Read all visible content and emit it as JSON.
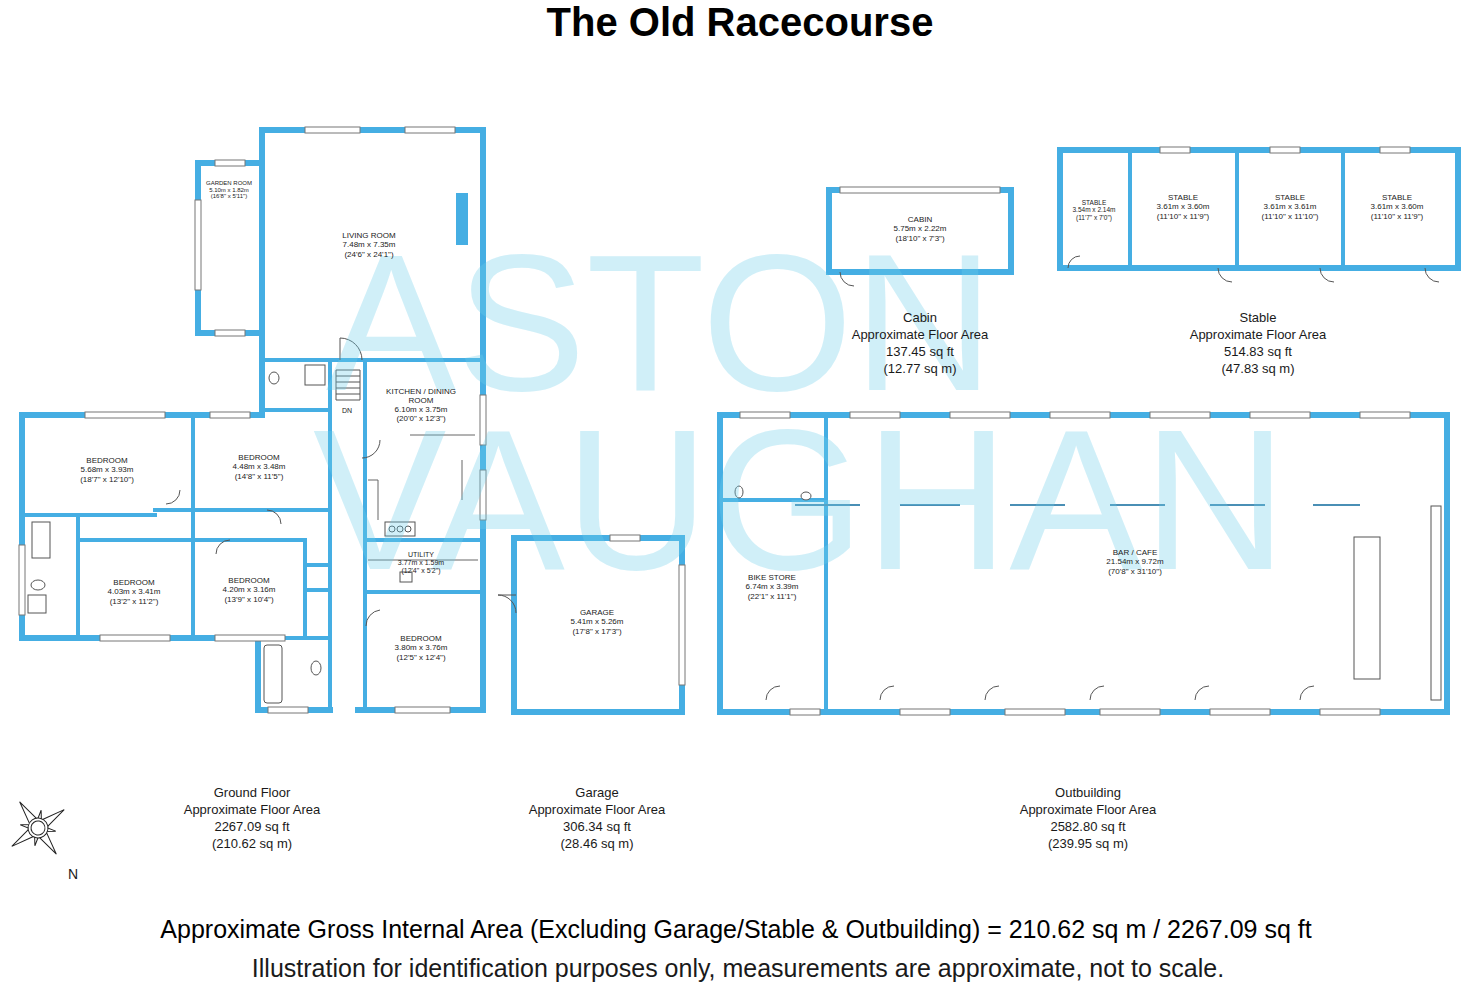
{
  "diagram": {
    "title": "The Old Racecourse",
    "caption": "Approximate Gross Internal Area (Excluding Garage/Stable & Outbuilding) = 210.62 sq m / 2267.09 sq ft",
    "nodes": [
      {
        "text": [
          "GARDEN ROOM",
          "5.10m x 1.82m",
          "(16'8\" x 5'11\")"
        ]
      },
      {
        "text": [
          "LIVING ROOM",
          "7.48m x 7.35m",
          "(24'6\" x 24'1\")"
        ]
      },
      {
        "text": [
          "CABIN",
          "5.75m x 2.22m",
          "(18'10\" x 7'3\")"
        ]
      },
      {
        "text": [
          "STABLE",
          "3.54m x 2.14m",
          "(11'7\" x 7'0\")"
        ]
      },
      {
        "text": [
          "STABLE",
          "3.61m x 3.60m",
          "(11'10\" x 11'9\")"
        ]
      },
      {
        "text": [
          "STABLE",
          "3.61m x 3.61m",
          "(11'10\" x 11'10\")"
        ]
      },
      {
        "text": [
          "STABLE",
          "3.61m x 3.60m",
          "(11'10\" x 11'9\")"
        ]
      },
      {
        "text": [
          "KITCHEN / DINING ROOM",
          "6.10m x 3.75m",
          "(20'0\" x 12'3\")"
        ]
      },
      {
        "text": [
          "BEDROOM",
          "5.68m x 3.93m",
          "(18'7\" x 12'10\")"
        ]
      },
      {
        "text": [
          "BEDROOM",
          "4.48m x 3.48m",
          "(14'8\" x 11'5\")"
        ]
      },
      {
        "text": [
          "UTILITY",
          "3.77m x 1.59m",
          "(12'4\" x 5'2\")"
        ]
      },
      {
        "text": [
          "BIKE STORE",
          "6.74m x 3.39m",
          "(22'1\" x 11'1\")"
        ]
      },
      {
        "text": [
          "BAR / CAFE",
          "21.54m x 9.72m",
          "(70'8\" x 31'10\")"
        ]
      },
      {
        "text": [
          "BEDROOM",
          "4.03m x 3.41m",
          "(13'2\" x 11'2\")"
        ]
      },
      {
        "text": [
          "BEDROOM",
          "4.20m x 3.16m",
          "(13'9\" x 10'4\")"
        ]
      },
      {
        "text": [
          "GARAGE",
          "5.41m x 5.26m",
          "(17'8\" x 17'3\")"
        ]
      },
      {
        "text": [
          "BEDROOM",
          "3.80m x 3.76m",
          "(12'5\" x 12'4\")"
        ]
      }
    ],
    "labels": [
      "DN",
      "Cabin",
      "Approximate Floor Area",
      "137.45 sq ft",
      "(12.77 sq m)",
      "Stable",
      "Approximate Floor Area",
      "514.83 sq ft",
      "(47.83 sq m)",
      "Ground Floor",
      "Approximate Floor Area",
      "2267.09 sq ft",
      "(210.62 sq m)",
      "Garage",
      "Approximate Floor Area",
      "306.34 sq ft",
      "(28.46 sq m)",
      "Outbuilding",
      "Approximate Floor Area",
      "2582.80 sq ft",
      "(239.95 sq m)",
      "Illustration for identification purposes only, measurements are approximate, not to scale.",
      "N",
      "ASTON",
      "VAUGHAN"
    ]
  }
}
